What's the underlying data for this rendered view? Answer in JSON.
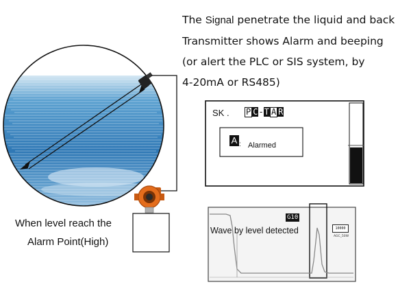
{
  "caption": {
    "line1_prefix": "The ",
    "line1_signal": "Signal",
    "line1_rest": " penetrate the liquid and back",
    "line2": "Transmitter shows Alarm and beeping",
    "line3": "(or alert the PLC or SIS system, by",
    "line4": "4-20mA or RS485)"
  },
  "level_note": {
    "line1": "When level reach the",
    "line2": "Alarm Point(High)"
  },
  "display": {
    "prefix": "SK .",
    "code_p": "P",
    "code_c": "C",
    "code_dash": "-",
    "code_t": "T",
    "code_a": "A",
    "code_r": "R",
    "alarm_letter": "A",
    "alarm_colon": ":",
    "alarm_text": "Alarmed",
    "level_fraction": 0.45
  },
  "waveform": {
    "tag": "G10",
    "note": "Wave by level detected",
    "value": "10000",
    "agc": "AGC_50W"
  },
  "colors": {
    "liquid_top": "#cfe3f2",
    "liquid_mid": "#3f86bf",
    "liquid_bottom": "#7fb2da",
    "transmitter": "#e46d1c"
  }
}
